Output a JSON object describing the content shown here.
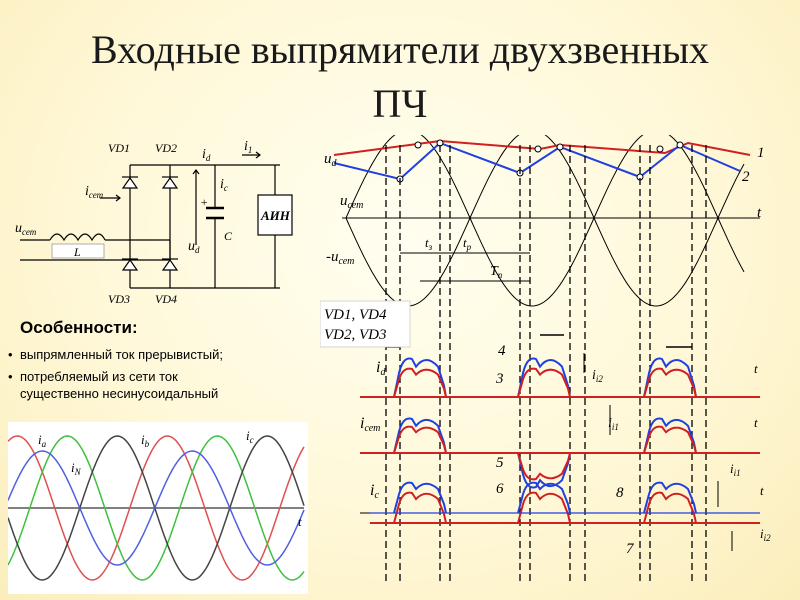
{
  "title": {
    "line1": "Входные выпрямители двухзвенных",
    "line2": "ПЧ"
  },
  "features": {
    "heading": "Особенности:",
    "items": [
      "выпрямленный ток прерывистый;",
      "потребляемый из сети ток",
      "существенно несинусоидальный"
    ]
  },
  "circuit": {
    "vd1": "VD1",
    "vd2": "VD2",
    "vd3": "VD3",
    "vd4": "VD4",
    "i_set": "i",
    "i_set_sub": "сет",
    "u_set": "u",
    "u_set_sub": "сет",
    "inductor": "L",
    "cap": "C",
    "cap_plus": "+",
    "i_d": "i",
    "i_d_sub": "d",
    "i_1": "i",
    "i_1_sub": "1",
    "i_c": "i",
    "i_c_sub": "c",
    "u_d": "u",
    "u_d_sub": "d",
    "inverter": "АИН"
  },
  "phase_plot": {
    "label_a": "i",
    "label_a_sub": "a",
    "label_b": "i",
    "label_b_sub": "b",
    "label_c": "i",
    "label_c_sub": "c",
    "label_n": "i",
    "label_n_sub": "N",
    "t_label": "t",
    "colors": {
      "a": "#e05050",
      "b": "#40c040",
      "c": "#444444",
      "n": "#5060e0"
    }
  },
  "waveforms": {
    "ud": "u",
    "ud_sub": "d",
    "uset": "u",
    "uset_sub": "сет",
    "neg_uset": "-u",
    "neg_uset_sub": "сет",
    "t": "t",
    "tz": "t",
    "tz_sub": "з",
    "tp": "t",
    "tp_sub": "p",
    "Tp": "T",
    "Tp_sub": "п",
    "mark1": "1",
    "mark2": "2",
    "mark3": "3",
    "mark4": "4",
    "mark5": "5",
    "mark6": "6",
    "mark7": "7",
    "mark8": "8",
    "vd14": "VD1, VD4",
    "vd23": "VD2, VD3",
    "id": "i",
    "id_sub": "d",
    "iset": "i",
    "iset_sub": "сет",
    "ic": "i",
    "ic_sub": "c",
    "ii2": "i",
    "ii2_sub": "i2",
    "ii1": "i",
    "ii1_sub": "i1",
    "ii1b": "i",
    "ii1b_sub": "i1",
    "ii2b": "i",
    "ii2b_sub": "i2",
    "colors": {
      "red": "#d02020",
      "blue": "#2040e0"
    }
  }
}
